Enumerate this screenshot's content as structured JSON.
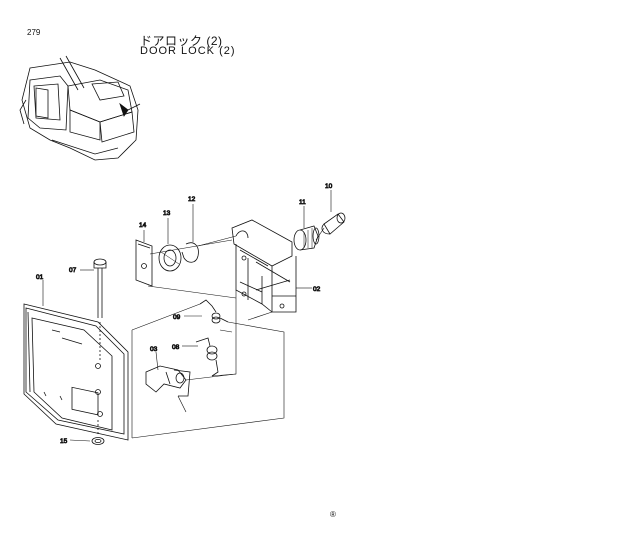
{
  "page_number": "279",
  "title_jp": "ドアロック (2)",
  "title_en": "DOOR LOCK (2)",
  "footer_mark": "®",
  "callouts": {
    "p01": "01",
    "p02": "02",
    "p03": "03",
    "p07": "07",
    "p08": "08",
    "p09": "09",
    "p10": "10",
    "p11": "11",
    "p12": "12",
    "p13": "13",
    "p14": "14",
    "p15": "15"
  }
}
